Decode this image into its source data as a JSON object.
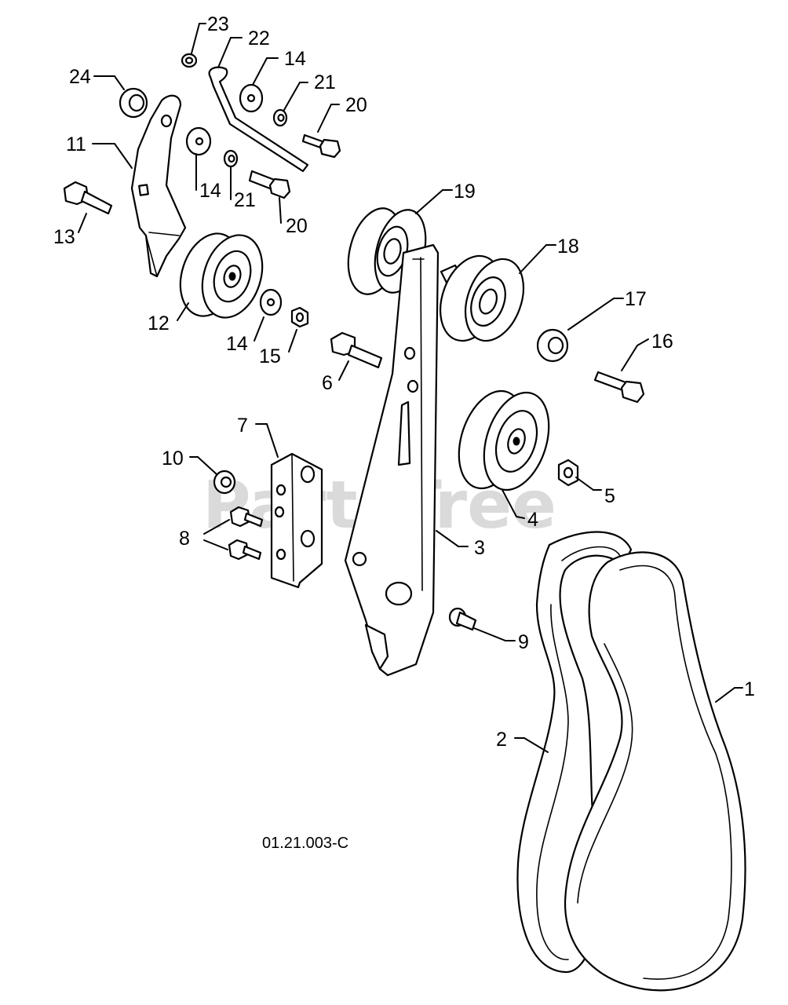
{
  "diagram": {
    "drawing_number": "01.21.003-C",
    "watermark": "PartsTree",
    "callouts": {
      "c1": "1",
      "c2": "2",
      "c3": "3",
      "c4": "4",
      "c5": "5",
      "c6": "6",
      "c7": "7",
      "c8": "8",
      "c9": "9",
      "c10": "10",
      "c11": "11",
      "c12": "12",
      "c13": "13",
      "c14a": "14",
      "c14b": "14",
      "c14c": "14",
      "c15": "15",
      "c16": "16",
      "c17": "17",
      "c18": "18",
      "c19": "19",
      "c20a": "20",
      "c20b": "20",
      "c21a": "21",
      "c21b": "21",
      "c22": "22",
      "c23": "23",
      "c24": "24"
    }
  }
}
